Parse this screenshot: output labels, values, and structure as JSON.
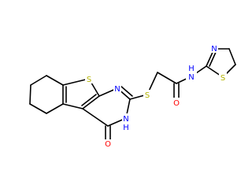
{
  "molecule": {
    "atoms": {
      "s_thiophene": "S",
      "n_pyrimidine": "N",
      "nh_pyrimidine": "N",
      "h_pyrimidine": "H",
      "s_thioether": "S",
      "o_amide": "O",
      "n_amide": "N",
      "h_amide": "H",
      "n_thiazole": "N",
      "s_thiazole": "S",
      "o_ketone": "O"
    }
  },
  "colors": {
    "bond": "#000000",
    "sulfur": "#b3b300",
    "nitrogen": "#0000ff",
    "oxygen": "#ff0000",
    "background": "#ffffff"
  }
}
